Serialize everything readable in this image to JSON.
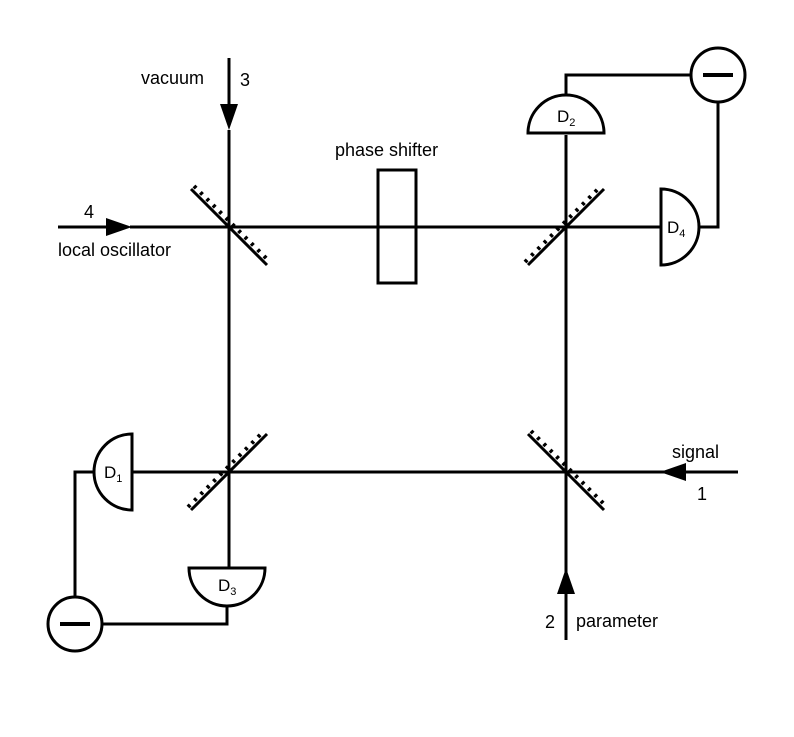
{
  "labels": {
    "vacuum": "vacuum",
    "port3": "3",
    "port4": "4",
    "local_oscillator": "local oscillator",
    "phase_shifter": "phase shifter",
    "signal": "signal",
    "port1": "1",
    "port2": "2",
    "parameter": "parameter"
  },
  "detectors": {
    "d1": {
      "letter": "D",
      "sub": "1"
    },
    "d2": {
      "letter": "D",
      "sub": "2"
    },
    "d3": {
      "letter": "D",
      "sub": "3"
    },
    "d4": {
      "letter": "D",
      "sub": "4"
    }
  },
  "colors": {
    "stroke": "#000000",
    "background": "#ffffff"
  }
}
